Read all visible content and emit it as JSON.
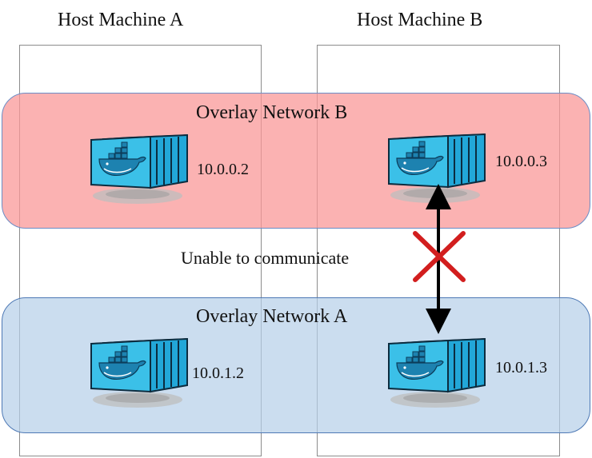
{
  "hosts": {
    "a": {
      "title": "Host Machine A"
    },
    "b": {
      "title": "Host Machine B"
    }
  },
  "networks": {
    "b": {
      "title": "Overlay Network B",
      "color": "#fa9898",
      "containers": [
        {
          "ip": "10.0.0.2",
          "icon": "docker-container-icon"
        },
        {
          "ip": "10.0.0.3",
          "icon": "docker-container-icon"
        }
      ]
    },
    "a": {
      "title": "Overlay Network A",
      "color": "#b5cee8",
      "containers": [
        {
          "ip": "10.0.1.2",
          "icon": "docker-container-icon"
        },
        {
          "ip": "10.0.1.3",
          "icon": "docker-container-icon"
        }
      ]
    }
  },
  "connection": {
    "label": "Unable to communicate",
    "status_icon": "red-x-icon",
    "arrow_icon": "double-arrow-icon",
    "cross_color": "#d21e1e"
  }
}
